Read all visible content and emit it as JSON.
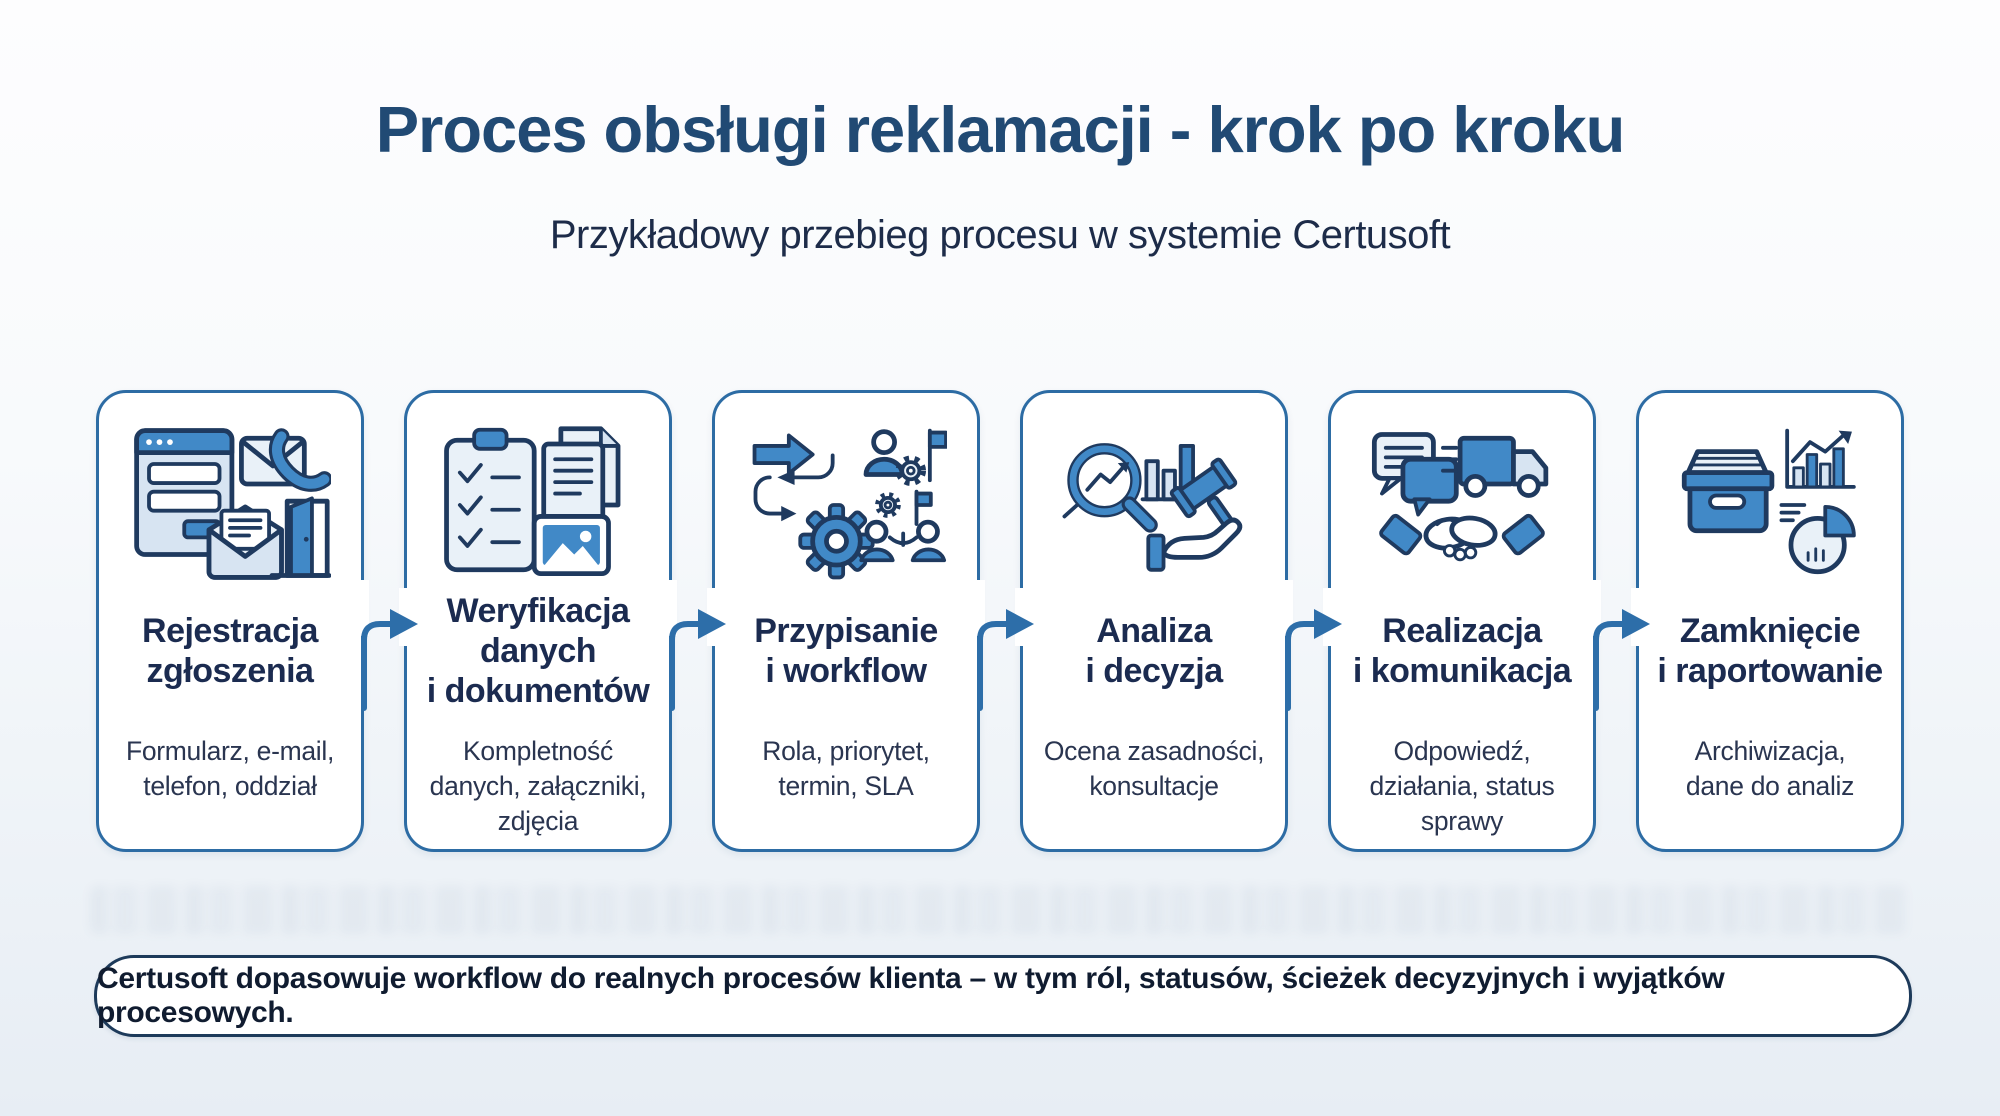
{
  "page": {
    "title": "Proces obsługi reklamacji - krok po kroku",
    "subtitle": "Przykładowy przebieg procesu w systemie Certusoft"
  },
  "steps": [
    {
      "title": "Rejestracja\nzgłoszenia",
      "description": "Formularz, e-mail,\ntelefon, oddział",
      "icons": [
        "browser-form-icon",
        "envelope-icon",
        "phone-icon",
        "open-envelope-icon",
        "door-icon"
      ]
    },
    {
      "title": "Weryfikacja\ndanych\ni dokumentów",
      "description": "Kompletność\ndanych, załączniki,\nzdjęcia",
      "icons": [
        "checklist-clipboard-icon",
        "documents-icon",
        "photo-icon"
      ]
    },
    {
      "title": "Przypisanie\ni workflow",
      "description": "Rola, priorytet,\ntermin, SLA",
      "icons": [
        "flow-arrows-icon",
        "gear-icon",
        "user-gear-icon",
        "flag-icon",
        "team-icon"
      ]
    },
    {
      "title": "Analiza\ni decyzja",
      "description": "Ocena zasadności,\nkonsultacje",
      "icons": [
        "magnifier-trend-icon",
        "bar-chart-icon",
        "gavel-icon",
        "open-hand-icon"
      ]
    },
    {
      "title": "Realizacja\ni komunikacja",
      "description": "Odpowiedź,\ndziałania, status\nsprawy",
      "icons": [
        "chat-bubbles-icon",
        "delivery-truck-icon",
        "handshake-icon"
      ]
    },
    {
      "title": "Zamknięcie\ni raportowanie",
      "description": "Archiwizacja,\ndane do analiz",
      "icons": [
        "archive-box-icon",
        "report-chart-icon",
        "pie-chart-icon"
      ]
    }
  ],
  "footer": {
    "note": "Certusoft dopasowuje workflow do realnych procesów klienta – w tym ról, statusów, ścieżek decyzyjnych i wyjątków procesowych."
  },
  "colors": {
    "accent_blue": "#4189c7",
    "icon_outline": "#1f3a5f",
    "card_border": "#2d6ca4",
    "arrow_blue": "#2d6ea9",
    "heading_navy": "#214a74",
    "card_title_navy": "#1b2b50",
    "body_text": "#2a3550",
    "banner_border": "#1d3a5a",
    "banner_text": "#101c30"
  }
}
